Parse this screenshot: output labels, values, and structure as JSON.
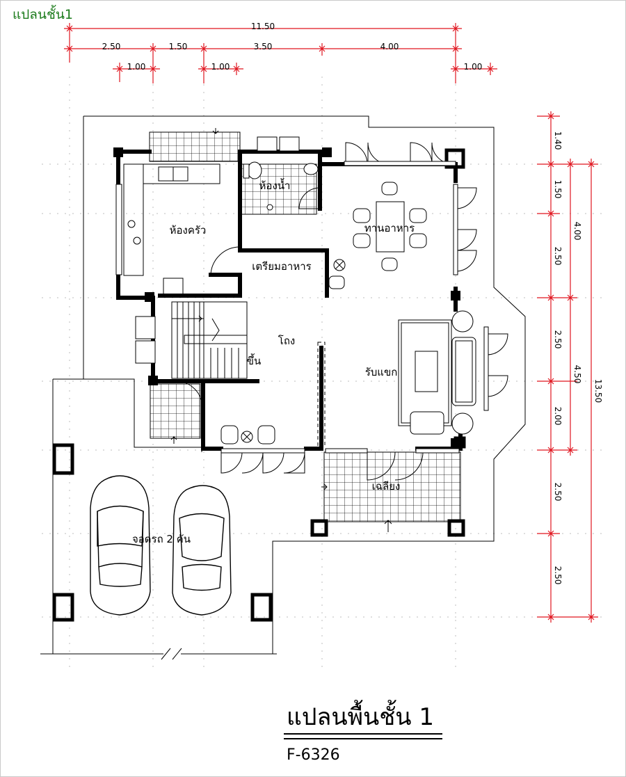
{
  "header": {
    "label": "แปลนชั้น1"
  },
  "dimensions": {
    "top_total": "11.50",
    "top_segments": [
      "2.50",
      "1.50",
      "3.50",
      "4.00"
    ],
    "top_offsets": [
      "1.00",
      "1.00",
      "1.00"
    ],
    "right_segments": [
      "1.40",
      "1.50",
      "2.50",
      "2.50",
      "2.00",
      "2.50",
      "2.50"
    ],
    "right_group": [
      "4.00",
      "4.50"
    ],
    "right_total": "13.50"
  },
  "rooms": {
    "kitchen": "ห้องครัว",
    "bathroom": "ห้องน้ำ",
    "dining": "ทานอาหาร",
    "prep": "เตรียมอาหาร",
    "hall": "โถง",
    "stair_up": "ขึ้น",
    "living": "รับแขก",
    "terrace": "เฉลียง",
    "parking": "จอดรถ 2 คัน"
  },
  "title": {
    "main": "แปลนพื้นชั้น 1",
    "code": "F-6326"
  },
  "colors": {
    "dimension": "#e0141e",
    "wall": "#000000",
    "grid": "#bdbdbd",
    "header": "#1a7a1a"
  }
}
